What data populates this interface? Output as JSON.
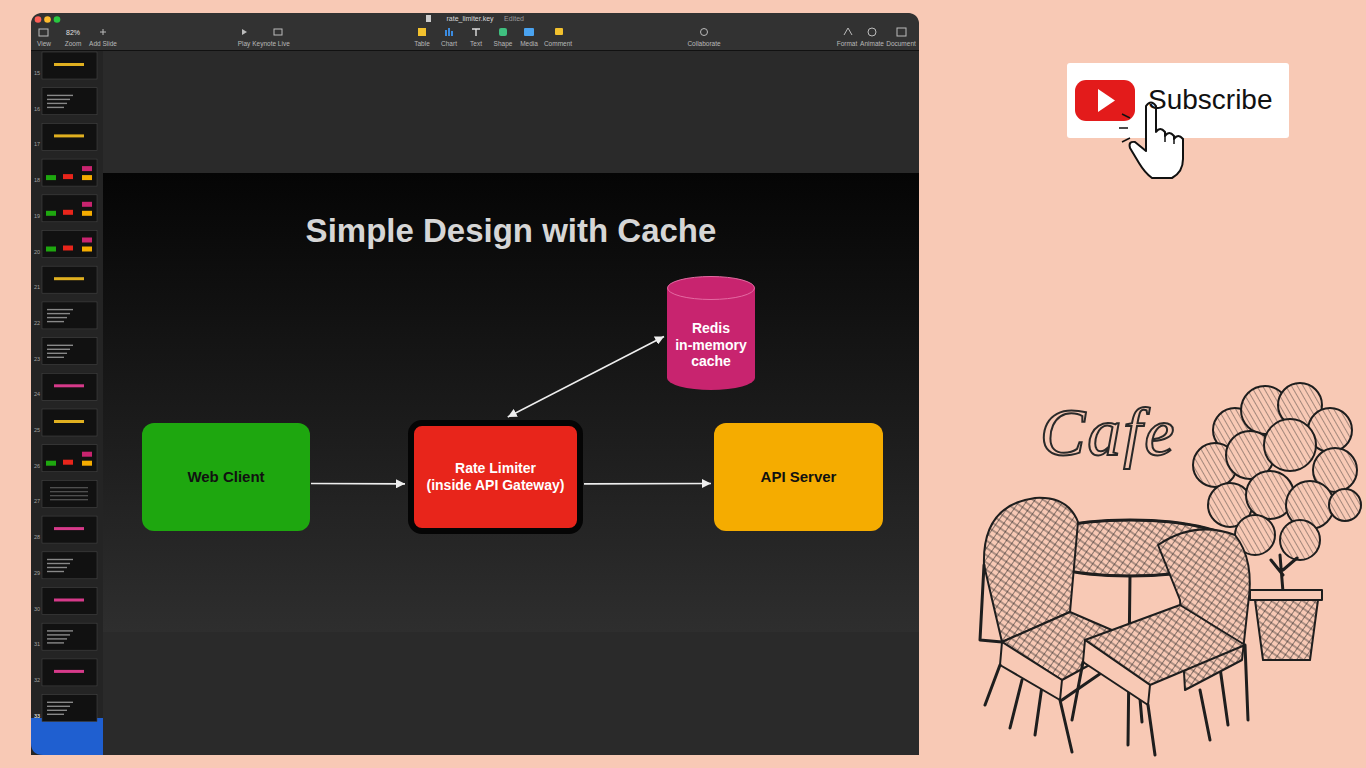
{
  "diagram": {
    "title": "Simple Design with Cache",
    "nodes": [
      {
        "text": [
          "Redis in-memory cache"
        ]
      },
      {
        "text": [
          "Web Client"
        ]
      },
      {
        "text": [
          "Rate Limiter (inside API Gateway)"
        ]
      },
      {
        "text": [
          "API Server"
        ]
      }
    ],
    "edges": [
      {
        "from": 1,
        "to": 2,
        "arrow": "to"
      },
      {
        "from": 2,
        "to": 3,
        "arrow": "to"
      },
      {
        "from": 2,
        "to": 0,
        "arrow": "both"
      }
    ],
    "labels": [
      "rate_limiter.key",
      "Edited",
      "View",
      "82%",
      "Zoom",
      "Add Slide",
      "Play",
      "Keynote Live",
      "Table",
      "Chart",
      "Text",
      "Shape",
      "Media",
      "Comment",
      "Collaborate",
      "Format",
      "Animate",
      "Document",
      "15",
      "16",
      "17",
      "18",
      "19",
      "20",
      "21",
      "22",
      "23",
      "24",
      "25",
      "26",
      "27",
      "28",
      "29",
      "30",
      "31",
      "32",
      "33",
      "Subscribe",
      "Cafe"
    ]
  }
}
